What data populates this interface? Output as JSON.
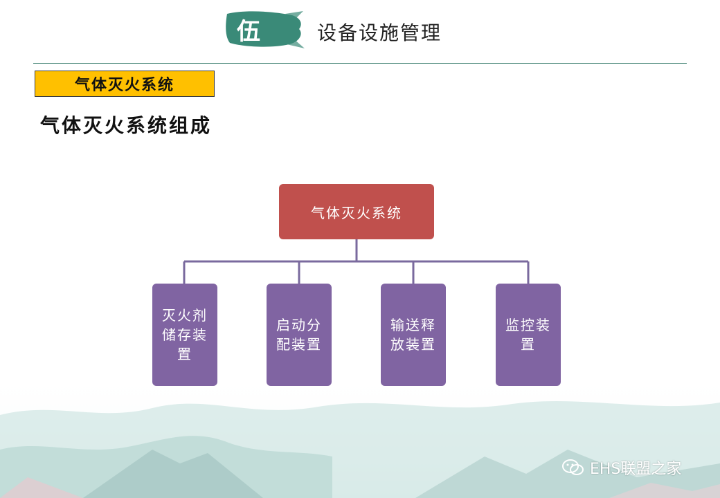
{
  "header": {
    "badge_char": "伍",
    "title": "设备设施管理"
  },
  "section_tag": "气体灭火系统",
  "subtitle": "气体灭火系统组成",
  "diagram": {
    "root": "气体灭火系统",
    "children": [
      "灭火剂储存装置",
      "启动分配装置",
      "输送释放装置",
      "监控装置"
    ]
  },
  "watermark": "EHS联盟之家",
  "colors": {
    "root_box": "#c0504d",
    "child_box": "#8064a2",
    "connector": "#7a6a9e",
    "section_tag": "#ffc000",
    "badge": "#3a8a78"
  }
}
